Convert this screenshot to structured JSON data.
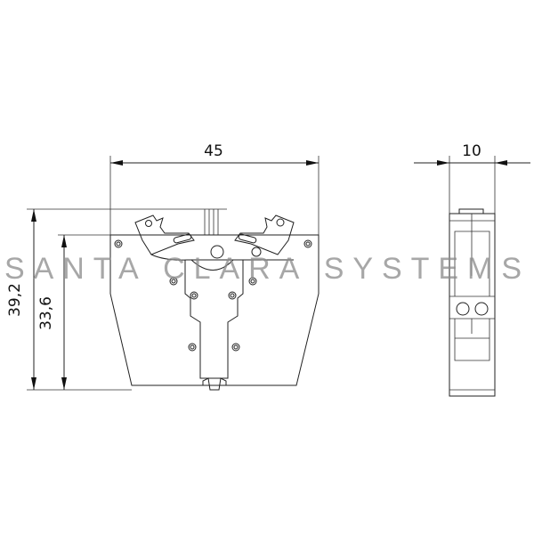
{
  "drawing": {
    "dimensions": {
      "front_width": "45",
      "side_width": "10",
      "total_height": "39,2",
      "body_height": "33,6"
    },
    "watermark": "SANTA CLARA SYSTEMS",
    "line_color": "#222222",
    "watermark_color": "#8a8a8a"
  }
}
